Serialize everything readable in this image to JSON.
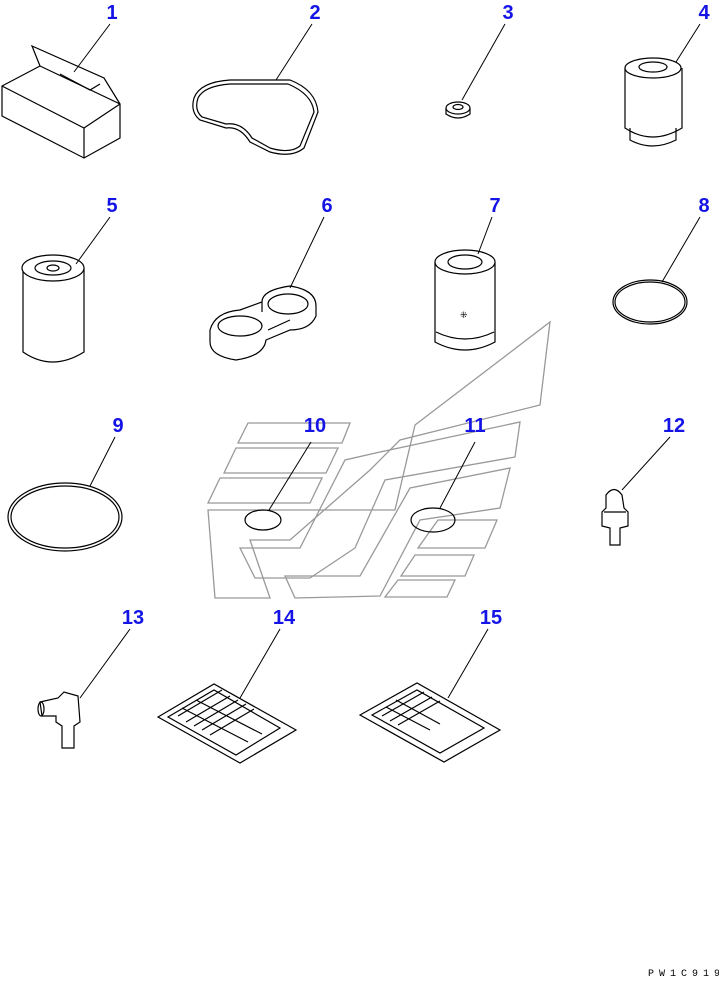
{
  "diagram": {
    "callouts": [
      "1",
      "2",
      "3",
      "4",
      "5",
      "6",
      "7",
      "8",
      "9",
      "10",
      "11",
      "12",
      "13",
      "14",
      "15"
    ],
    "drawing_code": "PW1C919",
    "colors": {
      "callout": "#1414e6",
      "line": "#000000",
      "watermark": "#999999"
    }
  }
}
